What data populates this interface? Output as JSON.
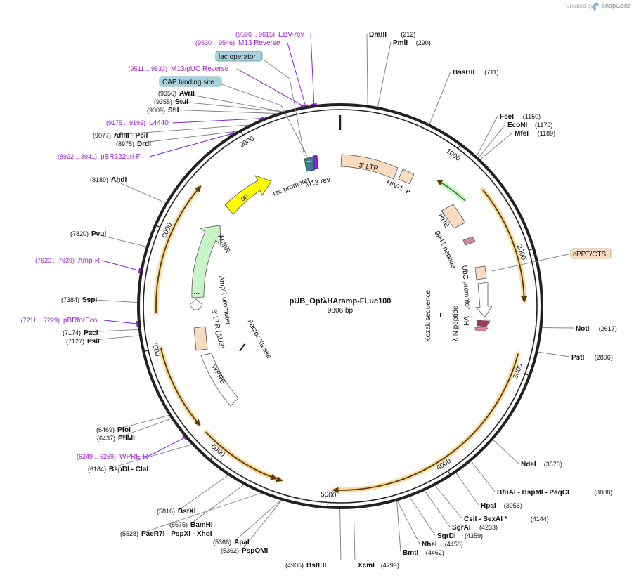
{
  "watermark": {
    "text": "Created by",
    "brand": "SnapGene"
  },
  "plasmid": {
    "name": "pUB_OptλHAramp-FLuc100",
    "size_label": "9806 bp",
    "length": 9806
  },
  "ticks": [
    "1000",
    "2000",
    "3000",
    "4000",
    "5000",
    "6000",
    "7000",
    "8000",
    "9000"
  ],
  "enzymes": [
    {
      "name": "DraIII",
      "pos": "(212)",
      "bp": 212
    },
    {
      "name": "PmlI",
      "pos": "(290)",
      "bp": 290
    },
    {
      "name": "BssHII",
      "pos": "(711)",
      "bp": 711
    },
    {
      "name": "FseI",
      "pos": "(1150)",
      "bp": 1150
    },
    {
      "name": "EcoNI",
      "pos": "(1170)",
      "bp": 1170
    },
    {
      "name": "MfeI",
      "pos": "(1189)",
      "bp": 1189
    },
    {
      "name": "NotI",
      "pos": "(2617)",
      "bp": 2617
    },
    {
      "name": "PstI",
      "pos": "(2806)",
      "bp": 2806
    },
    {
      "name": "NdeI",
      "pos": "(3573)",
      "bp": 3573
    },
    {
      "name": "BfuAI - BspMI - PaqCI",
      "pos": "(3808)",
      "bp": 3808
    },
    {
      "name": "HpaI",
      "pos": "(3956)",
      "bp": 3956
    },
    {
      "name": "CsiI - SexAI *",
      "pos": "(4144)",
      "bp": 4144
    },
    {
      "name": "SgrAI",
      "pos": "(4233)",
      "bp": 4233
    },
    {
      "name": "SgrDI",
      "pos": "(4359)",
      "bp": 4359
    },
    {
      "name": "NheI",
      "pos": "(4458)",
      "bp": 4458
    },
    {
      "name": "BmtI",
      "pos": "(4462)",
      "bp": 4462
    },
    {
      "name": "XcmI",
      "pos": "(4799)",
      "bp": 4799
    },
    {
      "name": "BstEII",
      "pos": "(4905)",
      "bp": 4905
    },
    {
      "name": "PspOMI",
      "pos": "(5362)",
      "bp": 5362
    },
    {
      "name": "ApaI",
      "pos": "(5366)",
      "bp": 5366
    },
    {
      "name": "PaeR7I - PspXI - XhoI",
      "pos": "(5528)",
      "bp": 5528
    },
    {
      "name": "BamHI",
      "pos": "(5675)",
      "bp": 5675
    },
    {
      "name": "BstXI",
      "pos": "(5816)",
      "bp": 5816
    },
    {
      "name": "BspDI - ClaI",
      "pos": "(6184)",
      "bp": 6184
    },
    {
      "name": "PflMI",
      "pos": "(6437)",
      "bp": 6437
    },
    {
      "name": "PfoI",
      "pos": "(6469)",
      "bp": 6469
    },
    {
      "name": "PsiI",
      "pos": "(7127)",
      "bp": 7127
    },
    {
      "name": "PacI",
      "pos": "(7174)",
      "bp": 7174
    },
    {
      "name": "SspI",
      "pos": "(7384)",
      "bp": 7384
    },
    {
      "name": "PvuI",
      "pos": "(7820)",
      "bp": 7820
    },
    {
      "name": "AhdI",
      "pos": "(8189)",
      "bp": 8189
    },
    {
      "name": "DrdI",
      "pos": "(8975)",
      "bp": 8975
    },
    {
      "name": "AflIII - PciI",
      "pos": "(9077)",
      "bp": 9077
    },
    {
      "name": "SfiI",
      "pos": "(9309)",
      "bp": 9309
    },
    {
      "name": "StuI",
      "pos": "(9355)",
      "bp": 9355
    },
    {
      "name": "AvrII",
      "pos": "(9356)",
      "bp": 9356
    }
  ],
  "primers": [
    {
      "name": "EBV-rev",
      "pos": "(9596 .. 9615)",
      "bp": 9605
    },
    {
      "name": "M13 Reverse",
      "pos": "(9530 .. 9546)",
      "bp": 9538
    },
    {
      "name": "M13/pUC Reverse",
      "pos": "(9511 .. 9533)",
      "bp": 9522
    },
    {
      "name": "L4440",
      "pos": "(9175 .. 9192)",
      "bp": 9183
    },
    {
      "name": "pBR322ori-F",
      "pos": "(8922 .. 8941)",
      "bp": 8931
    },
    {
      "name": "Amp-R",
      "pos": "(7620 .. 7639)",
      "bp": 7629
    },
    {
      "name": "pBRforEco",
      "pos": "(7211 .. 7229)",
      "bp": 7220
    },
    {
      "name": "WPRE-R",
      "pos": "(6249 .. 6269)",
      "bp": 6259
    }
  ],
  "boxed_labels": [
    {
      "name": "lac operator",
      "color": "#a8d3de",
      "bp": 9560
    },
    {
      "name": "CAP binding site",
      "color": "#a8d3de",
      "bp": 9480
    },
    {
      "name": "cPPT/CTS",
      "color": "#f9dcc0",
      "bp": 1960
    }
  ],
  "features": [
    {
      "name": "3' LTR",
      "color": "#f9dcc0"
    },
    {
      "name": "HIV-1 Ψ",
      "color": "#f9dcc0"
    },
    {
      "name": "RRE",
      "color": "#f9dcc0"
    },
    {
      "name": "gp41 peptide",
      "color": "#d9869b"
    },
    {
      "name": "UbC promoter",
      "color": "#ffffff"
    },
    {
      "name": "Kozak sequence",
      "color": "#222222"
    },
    {
      "name": "λ N peptide",
      "color": "#a13a63"
    },
    {
      "name": "HA",
      "color": "#a13a63"
    },
    {
      "name": "Factor Xa site",
      "color": "#222222"
    },
    {
      "name": "WPRE",
      "color": "#ffffff"
    },
    {
      "name": "3' LTR (ΔU3)",
      "color": "#f9dcc0"
    },
    {
      "name": "AmpR promoter",
      "color": "#ffffff"
    },
    {
      "name": "AmpR",
      "color": "#c8f4c8"
    },
    {
      "name": "ori",
      "color": "#ffff00"
    },
    {
      "name": "lac promoter",
      "color": "#3c7d8a"
    },
    {
      "name": "M13 rev",
      "color": "#8a1fd1"
    }
  ],
  "orfs": [
    {
      "start": 1380,
      "end": 2400,
      "direction": "cw"
    },
    {
      "start": 2860,
      "end": 4950,
      "direction": "cw"
    },
    {
      "start": 5420,
      "end": 5980,
      "direction": "ccw"
    },
    {
      "start": 5470,
      "end": 6180,
      "direction": "ccw"
    },
    {
      "start": 6270,
      "end": 7000,
      "direction": "ccw"
    },
    {
      "start": 7300,
      "end": 8450,
      "direction": "cw"
    }
  ]
}
